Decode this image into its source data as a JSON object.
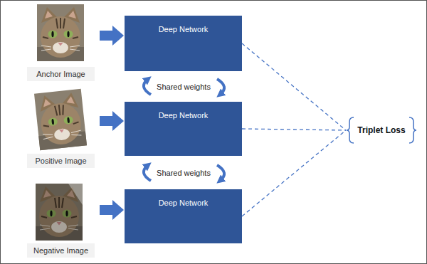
{
  "diagram": {
    "nodes": [
      {
        "text": [
          "Anchor Image"
        ]
      },
      {
        "text": [
          "Deep Network"
        ]
      },
      {
        "text": [
          "Positive Image"
        ]
      },
      {
        "text": [
          "Deep Network"
        ]
      },
      {
        "text": [
          "Negative Image"
        ]
      },
      {
        "text": [
          "Deep Network"
        ]
      },
      {
        "text": [
          "Triplet Loss"
        ]
      }
    ],
    "edges": [
      {
        "from": 1,
        "to": 6,
        "arrow": "none"
      },
      {
        "from": 3,
        "to": 6,
        "arrow": "none"
      },
      {
        "from": 5,
        "to": 6,
        "arrow": "none"
      }
    ],
    "labels": [
      "Shared weights",
      "Shared weights"
    ]
  }
}
